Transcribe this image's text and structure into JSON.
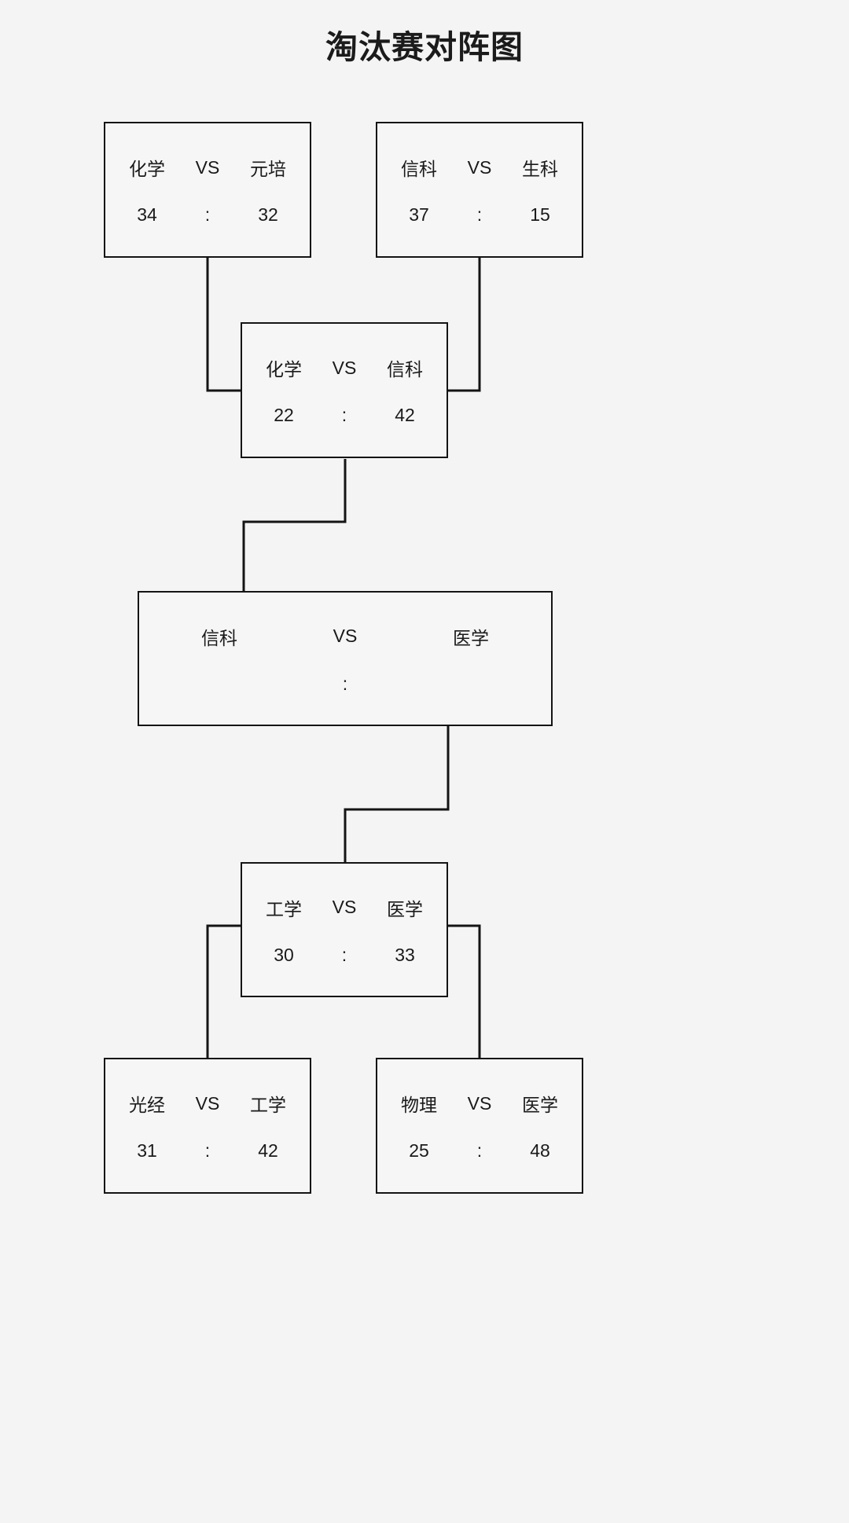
{
  "title": "淘汰赛对阵图",
  "labels": {
    "vs": "VS",
    "colon": ":"
  },
  "colors": {
    "background": "#f4f4f4",
    "box_fill": "#f6f6f6",
    "line": "#141414",
    "text": "#1a1a1a"
  },
  "matches": [
    {
      "id": "qf-upper-left",
      "round": "quarterfinal",
      "team1": "化学",
      "team2": "元培",
      "score1": "34",
      "score2": "32",
      "winner": "化学"
    },
    {
      "id": "qf-upper-right",
      "round": "quarterfinal",
      "team1": "信科",
      "team2": "生科",
      "score1": "37",
      "score2": "15",
      "winner": "信科"
    },
    {
      "id": "sf-upper",
      "round": "semifinal",
      "team1": "化学",
      "team2": "信科",
      "score1": "22",
      "score2": "42",
      "winner": "信科"
    },
    {
      "id": "final",
      "round": "final",
      "team1": "信科",
      "team2": "医学",
      "score1": "",
      "score2": "",
      "winner": ""
    },
    {
      "id": "sf-lower",
      "round": "semifinal",
      "team1": "工学",
      "team2": "医学",
      "score1": "30",
      "score2": "33",
      "winner": "医学"
    },
    {
      "id": "qf-lower-left",
      "round": "quarterfinal",
      "team1": "光经",
      "team2": "工学",
      "score1": "31",
      "score2": "42",
      "winner": "工学"
    },
    {
      "id": "qf-lower-right",
      "round": "quarterfinal",
      "team1": "物理",
      "team2": "医学",
      "score1": "25",
      "score2": "48",
      "winner": "医学"
    }
  ]
}
